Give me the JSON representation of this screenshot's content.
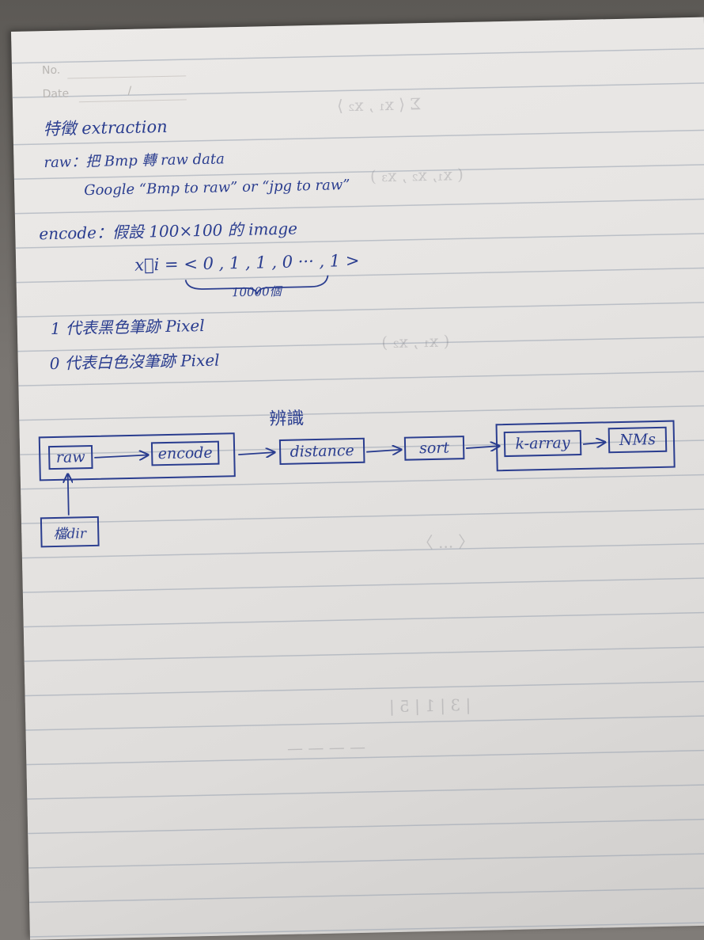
{
  "header": {
    "no_label": "No.",
    "date_label": "Date",
    "date_sep": "/"
  },
  "notes": {
    "title": "特徵 extraction",
    "raw": "raw：把 Bmp 轉 raw data",
    "google": "Google “Bmp to raw” or “jpg to raw”",
    "encode": "encode：假設 100×100 的 image",
    "vector": "x⃗i = < 0 , 1 , 1 , 0 ··· , 1 >",
    "brace": "10000個",
    "line1": "1 代表黑色筆跡 Pixel",
    "line0": "0 代表白色沒筆跡 Pixel"
  },
  "diagram": {
    "label": "辨識",
    "raw": "raw",
    "encode": "encode",
    "file_dir": "檔dir",
    "distance": "distance",
    "sort": "sort",
    "k_array": "k-array",
    "nms": "NMs"
  },
  "colors": {
    "ink": "#2a3d8f",
    "paper": "#e7e5e3",
    "rule": "#96a0af"
  }
}
